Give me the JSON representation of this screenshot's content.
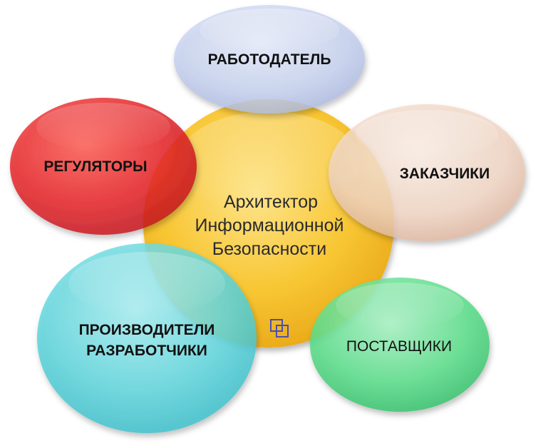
{
  "center": {
    "line1": "Архитектор",
    "line2": "Информационной",
    "line3": "Безопасности",
    "color": "#f9c934"
  },
  "nodes": {
    "employer": {
      "label": "РАБОТОДАТЕЛЬ",
      "color": "#c7d2ef"
    },
    "regulators": {
      "label": "РЕГУЛЯТОРЫ",
      "color": "#e8262a"
    },
    "customers": {
      "label": "ЗАКАЗЧИКИ",
      "color": "#f4d9c9"
    },
    "producers": {
      "line1": "ПРОИЗВОДИТЕЛИ",
      "line2": "РАЗРАБОТЧИКИ",
      "color": "#63d8de"
    },
    "suppliers": {
      "label": "ПОСТАВЩИКИ",
      "color": "#5fe08e"
    }
  },
  "icons": {
    "small_icon": "overlapping-squares-icon",
    "small_icon_color": "#4b4fb0"
  }
}
